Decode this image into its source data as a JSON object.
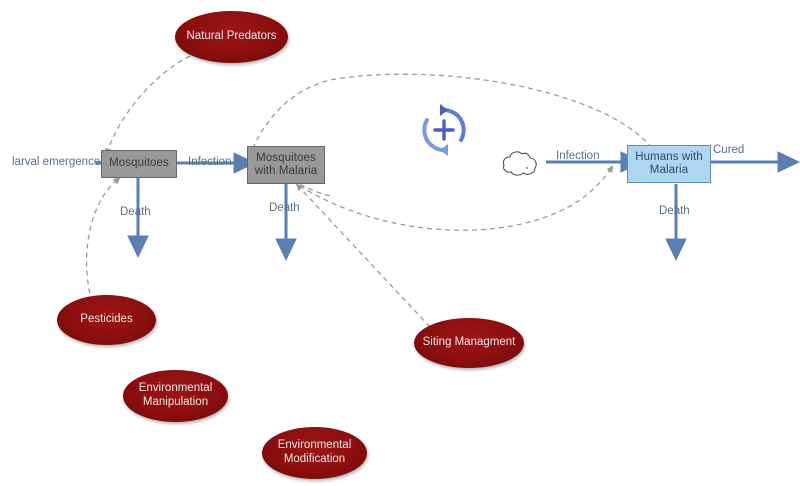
{
  "diagram": {
    "title": "Malaria transmission causal loop / stock-and-flow diagram",
    "colors": {
      "stock_gray_fill": "#999999",
      "stock_gray_border": "#666666",
      "stock_blue_fill": "#aed6f1",
      "stock_blue_border": "#5b8fbd",
      "ellipse_fill": "#8b0e0e",
      "flow_arrow": "#5b7fb0",
      "causal_link": "#9a9a9a",
      "label_text": "#5a6f8c",
      "loop_plus": "#4a5fc1",
      "canvas_bg": "#ffffff"
    },
    "stocks": [
      {
        "id": "mosquitoes",
        "label": "Mosquitoes",
        "shape": "rectangle",
        "fill": "#999999"
      },
      {
        "id": "mosquitoes_with_malaria",
        "label": "Mosquitoes\nwith Malaria",
        "line1": "Mosquitoes",
        "line2": "with Malaria",
        "shape": "rectangle",
        "fill": "#999999"
      },
      {
        "id": "humans_with_malaria",
        "label": "Humans with\nMalaria",
        "line1": "Humans with",
        "line2": "Malaria",
        "shape": "rectangle",
        "fill": "#aed6f1"
      }
    ],
    "flows": [
      {
        "id": "larval-emergence",
        "label": "larval emergence",
        "target": "mosquitoes"
      },
      {
        "id": "infection-mosquitoes",
        "label": "Infection",
        "source": "mosquitoes",
        "target": "mosquitoes_with_malaria"
      },
      {
        "id": "death-mosquitoes",
        "label": "Death",
        "source": "mosquitoes"
      },
      {
        "id": "death-mosquitoes-malaria",
        "label": "Death",
        "source": "mosquitoes_with_malaria"
      },
      {
        "id": "infection-humans",
        "label": "Infection",
        "source": "cloud",
        "target": "humans_with_malaria"
      },
      {
        "id": "cured",
        "label": "Cured",
        "source": "humans_with_malaria"
      },
      {
        "id": "death-humans",
        "label": "Death",
        "source": "humans_with_malaria"
      }
    ],
    "interventions": [
      {
        "id": "natural-predators",
        "label": "Natural Predators",
        "line1": "Natural Predators",
        "line2": ""
      },
      {
        "id": "pesticides",
        "label": "Pesticides",
        "line1": "Pesticides",
        "line2": ""
      },
      {
        "id": "environmental-manipulation",
        "label": "Environmental Manipulation",
        "line1": "Environmental",
        "line2": "Manipulation"
      },
      {
        "id": "environmental-modification",
        "label": "Environmental Modification",
        "line1": "Environmental",
        "line2": "Modification"
      },
      {
        "id": "siting-managment",
        "label": "Siting Managment",
        "line1": "Siting Managment",
        "line2": ""
      }
    ],
    "loop_marker": {
      "id": "reinforcing-loop",
      "symbol": "+",
      "polarity": "reinforcing"
    },
    "cloud_source": {
      "id": "cloud-source",
      "label": ""
    }
  }
}
